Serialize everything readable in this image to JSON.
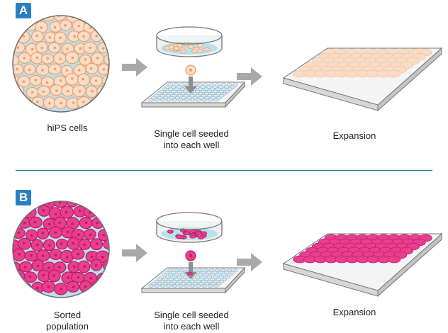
{
  "panel_a": {
    "badge": "A",
    "source_label": "hiPS cells",
    "seed_label": "Single cell seeded\ninto each well",
    "expansion_label": "Expansion"
  },
  "panel_b": {
    "badge": "B",
    "source_label": "Sorted\npopulation",
    "seed_label": "Single cell seeded\ninto each well",
    "expansion_label": "Expansion"
  },
  "colors": {
    "cell_a": "#f9dcc6",
    "cell_a_edge": "#e9a06c",
    "cell_b": "#e93d8e",
    "cell_b_edge": "#b81d66",
    "medium": "#b9e0ee",
    "arrow": "#a9a9a9",
    "accent": "#2a7fc4"
  }
}
